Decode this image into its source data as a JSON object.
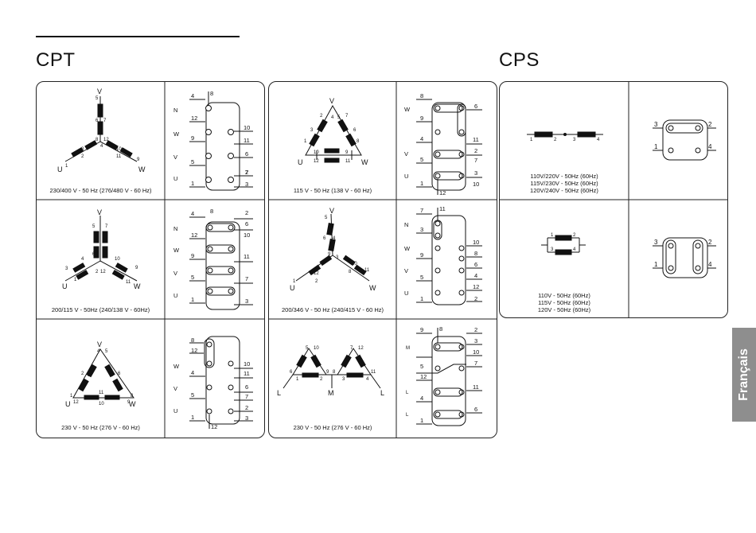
{
  "sections": {
    "cpt_title": "CPT",
    "cps_title": "CPS"
  },
  "side_tab": "Français",
  "cpt": {
    "captions": {
      "r1c1": "230/400 V - 50 Hz (276/480 V - 60 Hz)",
      "r1c2": "115 V - 50 Hz (138 V - 60 Hz)",
      "r2c1": "200/115 V - 50Hz (240/138 V - 60Hz)",
      "r2c2": "200/346 V - 50 Hz (240/415 V - 60 Hz)",
      "r3c1": "230 V - 50 Hz (276 V - 60 Hz)",
      "r3c2": "230 V - 50 Hz (276 V - 60 Hz)"
    }
  },
  "cps": {
    "top_lines": [
      "110V/220V - 50Hz (60Hz)",
      "115V/230V - 50Hz (60Hz)",
      "120V/240V - 50Hz (60Hz)"
    ],
    "bottom_lines": [
      "110V - 50Hz (60Hz)",
      "115V - 50Hz (60Hz)",
      "120V - 50Hz (60Hz)"
    ]
  }
}
